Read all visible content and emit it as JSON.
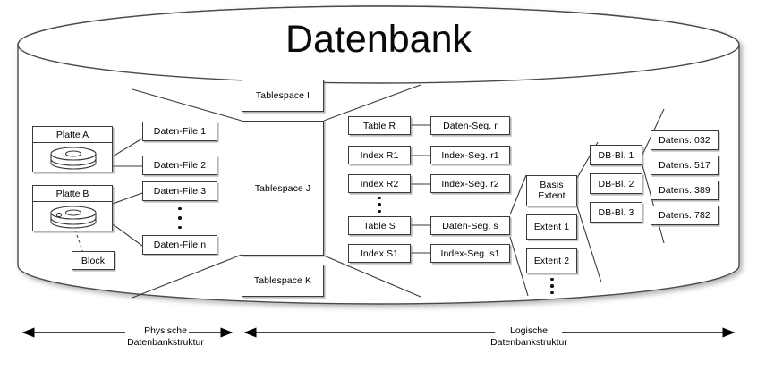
{
  "diagram": {
    "title": "Datenbank",
    "cylinder_color": "#3a3a3a"
  },
  "physical": {
    "disks": [
      {
        "label": "Platte A"
      },
      {
        "label": "Platte B"
      }
    ],
    "block_label": "Block",
    "data_files": [
      {
        "label": "Daten-File 1"
      },
      {
        "label": "Daten-File 2"
      },
      {
        "label": "Daten-File 3"
      },
      {
        "label": "Daten-File n"
      }
    ],
    "data_files_ellipsis": "vertical-dots"
  },
  "tablespaces": [
    {
      "label": "Tablespace I"
    },
    {
      "label": "Tablespace J"
    },
    {
      "label": "Tablespace K"
    }
  ],
  "objects": [
    {
      "label": "Table R"
    },
    {
      "label": "Index R1"
    },
    {
      "label": "Index R2"
    },
    {
      "label": "Table S"
    },
    {
      "label": "Index S1"
    }
  ],
  "segments": [
    {
      "label": "Daten-Seg. r"
    },
    {
      "label": "Index-Seg. r1"
    },
    {
      "label": "Index-Seg. r2"
    },
    {
      "label": "Daten-Seg. s"
    },
    {
      "label": "Index-Seg. s1"
    }
  ],
  "extents": [
    {
      "line1": "Basis",
      "line2": "Extent"
    },
    {
      "label": "Extent 1"
    },
    {
      "label": "Extent 2"
    }
  ],
  "db_blocks": [
    {
      "label": "DB-Bl. 1"
    },
    {
      "label": "DB-Bl. 2"
    },
    {
      "label": "DB-Bl. 3"
    }
  ],
  "records": [
    {
      "label": "Datens. 032"
    },
    {
      "label": "Datens. 517"
    },
    {
      "label": "Datens. 389"
    },
    {
      "label": "Datens. 782"
    }
  ],
  "footer": {
    "physical": {
      "line1": "Physische",
      "line2": "Datenbankstruktur"
    },
    "logical": {
      "line1": "Logische",
      "line2": "Datenbankstruktur"
    }
  }
}
